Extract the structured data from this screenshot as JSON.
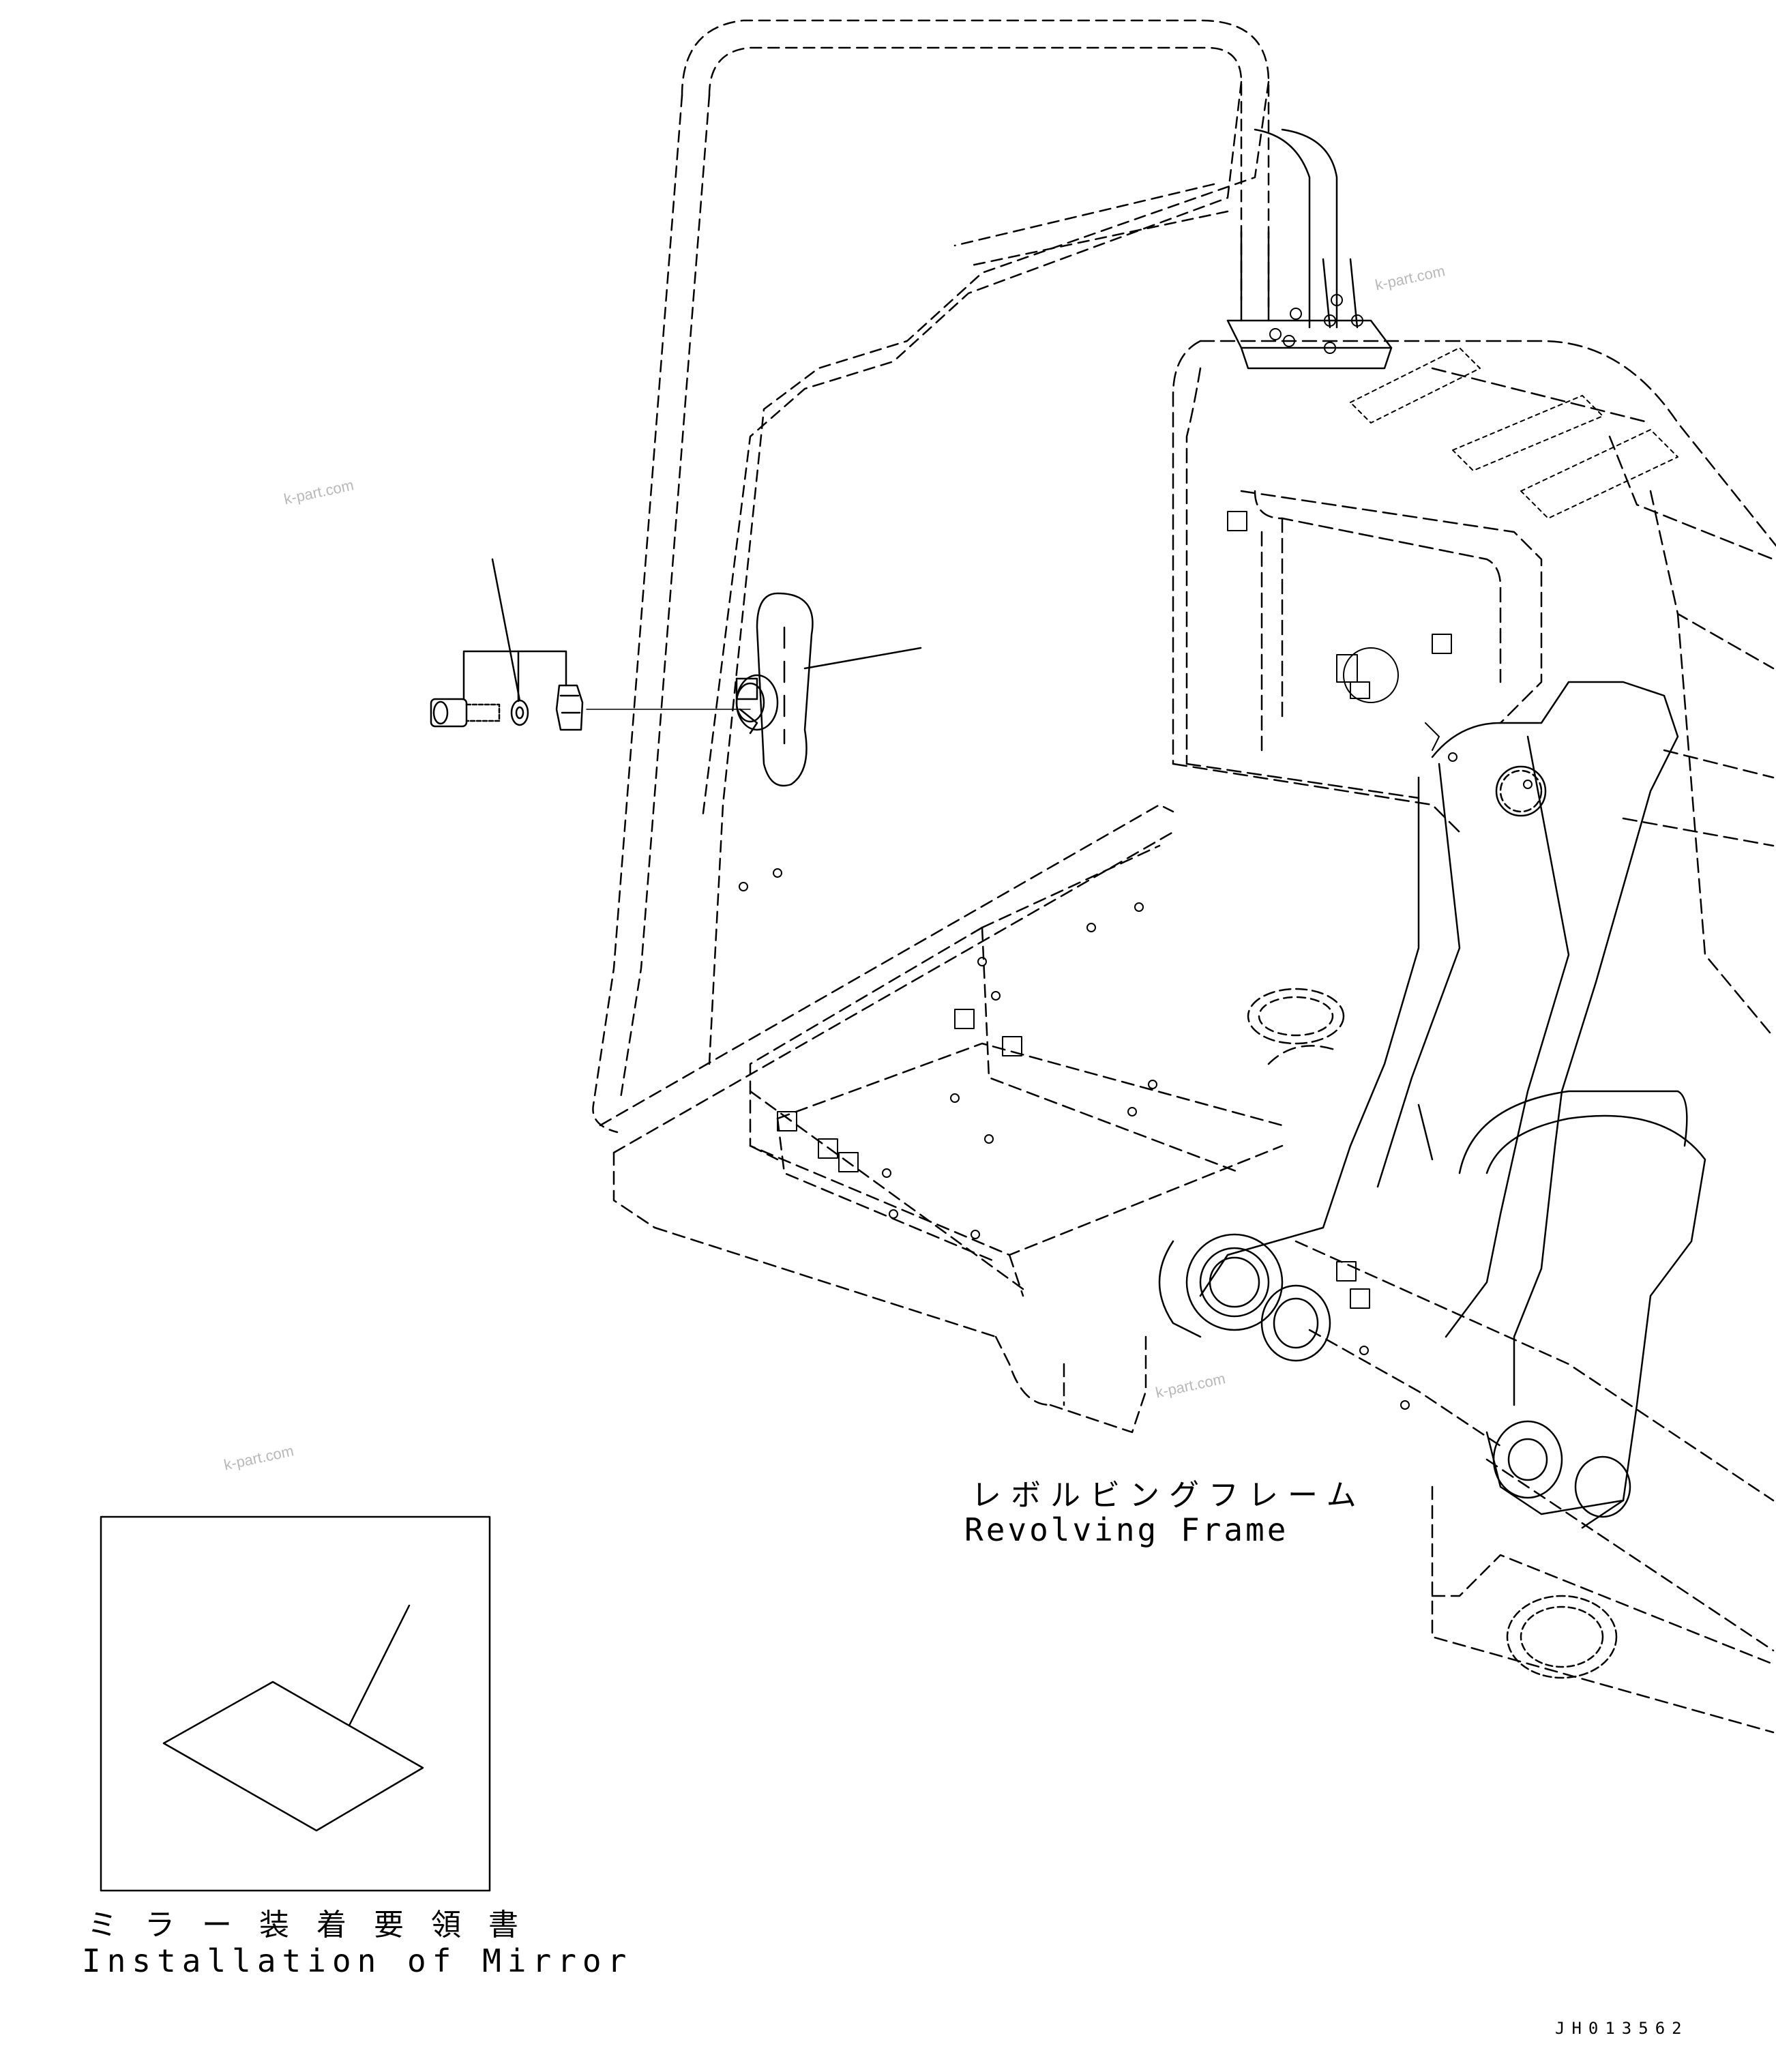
{
  "frame_label": {
    "jp": "レボルビングフレーム",
    "en": "Revolving Frame"
  },
  "mirror_label": {
    "jp": "ミラー装着要領書",
    "en": "Installation of Mirror"
  },
  "watermarks": [
    "k-part.com",
    "k-part.com",
    "k-part.com",
    "k-part.com"
  ],
  "drawing_code": "JH013562",
  "colors": {
    "line": "#000000",
    "watermark": "#b8b8b8",
    "background": "#ffffff"
  }
}
